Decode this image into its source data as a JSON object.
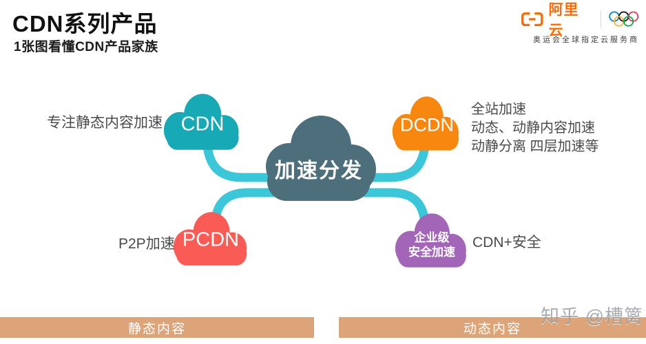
{
  "header": {
    "title": "CDN系列产品",
    "subtitle": "1张图看懂CDN产品家族"
  },
  "logo": {
    "brand": "阿里云",
    "brand_color": "#FF6A00",
    "tagline": "奥运会全球指定云服务商",
    "ring_colors": [
      "#0081C8",
      "#111111",
      "#EE334E",
      "#FCB131",
      "#00A651"
    ]
  },
  "diagram": {
    "center": {
      "label": "加速分发",
      "color": "#4D6E7B"
    },
    "connector_color": "#3CC6DA",
    "nodes": [
      {
        "id": "cdn",
        "label": "CDN",
        "color": "#18A9B6",
        "side_label": "专注静态内容加速",
        "position": "top-left"
      },
      {
        "id": "dcdn",
        "label": "DCDN",
        "color": "#F8870F",
        "side_labels": [
          "全站加速",
          "动态、动静内容加速",
          "动静分离 四层加速等"
        ],
        "position": "top-right"
      },
      {
        "id": "pcdn",
        "label": "PCDN",
        "color": "#FA5B55",
        "side_label": "P2P加速",
        "position": "bottom-left"
      },
      {
        "id": "security-acceleration",
        "label_lines": [
          "企业级",
          "安全加速"
        ],
        "color": "#A365B7",
        "side_label": "CDN+安全",
        "position": "bottom-right"
      }
    ]
  },
  "footer": {
    "left_bar": {
      "label": "静态内容",
      "color": "#DCA478"
    },
    "right_bar": {
      "label": "动态内容",
      "color": "#DCA478"
    }
  },
  "watermark": {
    "text": "知乎 @槽篱",
    "color": "#9B9FA4"
  }
}
